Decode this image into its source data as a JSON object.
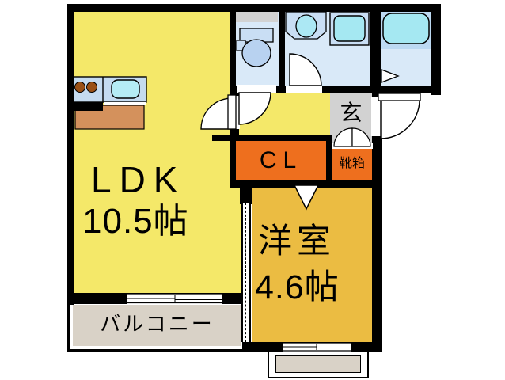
{
  "plan": {
    "type": "japanese-apartment-floorplan",
    "rooms": {
      "ldk": {
        "label": "LDK",
        "size": "10.5帖"
      },
      "western": {
        "label": "洋室",
        "size": "4.6帖"
      },
      "closet": {
        "label": "CL"
      },
      "entrance": {
        "label": "玄"
      },
      "shoebox": {
        "label": "靴箱"
      },
      "balcony": {
        "label": "バルコニー"
      }
    },
    "colors": {
      "ldk_yellow": "#F4E869",
      "western_gold": "#EBBC42",
      "closet_orange": "#EE6F1E",
      "entrance_gray": "#D2D2D2",
      "wet_area_blue": "#D9E9F8",
      "tub_band_blue": "#BCD9F2",
      "fixture_cyan": "#A5E8F2",
      "counter_blue": "#C5DBF0",
      "toilet_blue": "#C9DEF4",
      "bowl_blue": "#B8D2F0",
      "table_brown": "#D4915C",
      "burner_brown": "#9A5016",
      "balcony_beige": "#D9D2C7",
      "wall_black": "#000000"
    },
    "fixtures": [
      "kitchen-counter",
      "stove-burners",
      "kitchen-sink",
      "kitchen-table",
      "toilet",
      "toilet-window",
      "washbasin",
      "washing-machine-pan",
      "bathtub",
      "bathroom-folding-door",
      "ldk-door",
      "toilet-door",
      "washroom-door",
      "front-door",
      "shoebox-doors",
      "western-room-door",
      "sliding-partition",
      "balcony-window",
      "western-room-window",
      "porch"
    ]
  }
}
